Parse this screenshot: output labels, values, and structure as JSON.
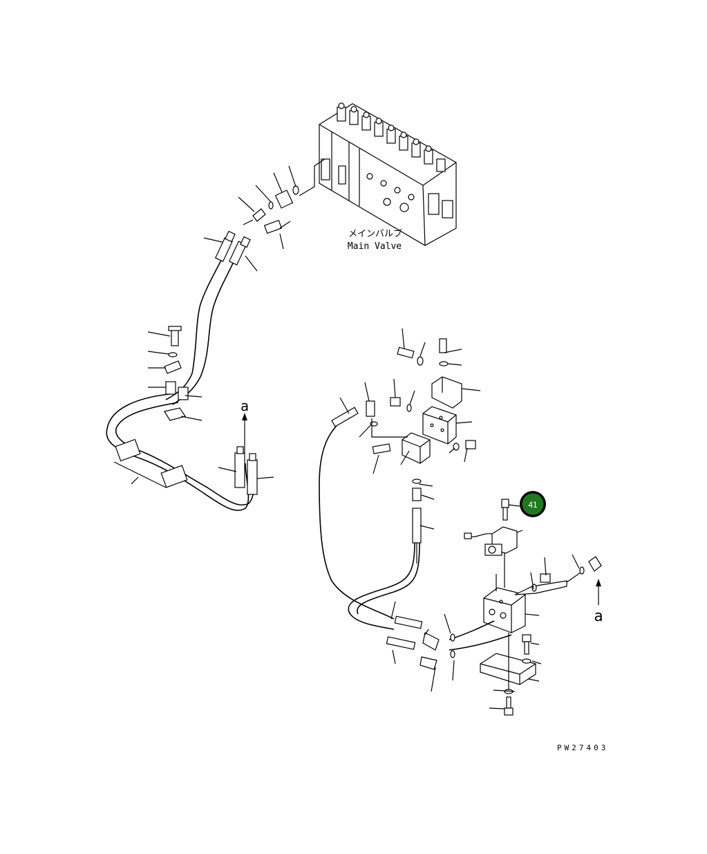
{
  "main_valve": {
    "label_jp": "メインバルブ",
    "label_en": "Main Valve"
  },
  "marker_a_left": "a",
  "marker_a_right": "a",
  "callout": {
    "number": "41",
    "color": "#1f7a1f",
    "ring": "#000000"
  },
  "drawing_code": "PW27403",
  "colors": {
    "line": "#000000",
    "background": "#ffffff"
  }
}
